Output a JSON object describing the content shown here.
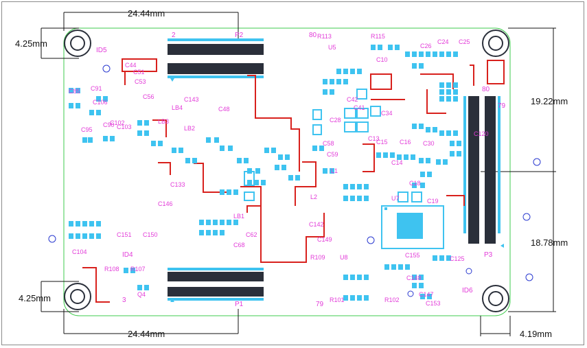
{
  "dimensions": {
    "top_width": "24.44mm",
    "bottom_width": "24.44mm",
    "left_top_offset": "4.25mm",
    "left_bottom_offset": "4.25mm",
    "right_upper_height": "19.22mm",
    "right_lower_height": "18.78mm",
    "bottom_right_offset": "4.19mm"
  },
  "connectors": {
    "p2": {
      "name": "P2",
      "pin_start": "2",
      "pin_end": "80"
    },
    "p1": {
      "name": "P1",
      "pin_start": "3",
      "pin_end": "79"
    },
    "p3": {
      "name": "P3",
      "pin_start": "80",
      "pin_end": "79"
    }
  },
  "ids": [
    "ID5",
    "ID4",
    "ID6"
  ],
  "labels": {
    "chips": [
      "U5",
      "U7",
      "U8",
      "Q4",
      "L1",
      "L2",
      "LB1",
      "LB2",
      "LB3",
      "LB4"
    ],
    "caps_top": [
      "C25",
      "C24",
      "C26",
      "R113",
      "R115",
      "C10",
      "C44",
      "C51",
      "C53",
      "C56",
      "C85",
      "C91",
      "C106",
      "C102",
      "C103",
      "C95",
      "C90"
    ],
    "caps_mid": [
      "C143",
      "C48",
      "C28",
      "C42",
      "C41",
      "C58",
      "C59",
      "C34",
      "C13",
      "C15",
      "C16",
      "C30",
      "C18",
      "C19",
      "C14",
      "C133",
      "C146",
      "C120"
    ],
    "caps_bottom": [
      "C151",
      "C150",
      "C155",
      "C125",
      "C104",
      "C147",
      "C148",
      "C153",
      "C62",
      "C68",
      "C142",
      "C149",
      "R109",
      "R108",
      "R101",
      "R102",
      "R107"
    ]
  },
  "colors": {
    "silkscreen": "#e23ad8",
    "pad": "#3ec3f0",
    "board_outline": "#3ecb4c",
    "keepout": "#d8201c",
    "dimension": "#111111",
    "test_point": "#2a3ad0"
  }
}
